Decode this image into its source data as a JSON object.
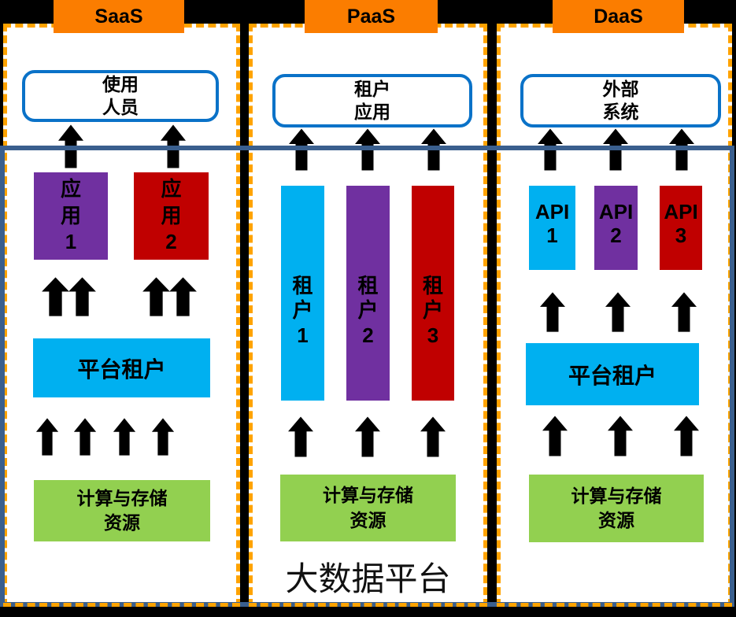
{
  "platform": {
    "label": "大数据平台"
  },
  "colors": {
    "background": "#000000",
    "column_border_orange": "#FFA300",
    "tab_orange": "#FB7D00",
    "platform_border_blue": "#3A5F8E",
    "top_box_border_blue": "#0A72C8",
    "cyan": "#00B0F0",
    "purple": "#7030A0",
    "red": "#C00000",
    "green": "#92D050",
    "arrow_fill": "#D9D9D9"
  },
  "columns": [
    {
      "tab_label": "SaaS",
      "top_box_label": "使用\n人员",
      "apps": [
        {
          "label": "应\n用\n1",
          "color": "#7030A0"
        },
        {
          "label": "应\n用\n2",
          "color": "#C00000"
        }
      ],
      "tenant_box_label": "平台租户",
      "tenant_box_color": "#00B0F0",
      "resource_box_label": "计算与存储\n资源",
      "resource_box_color": "#92D050"
    },
    {
      "tab_label": "PaaS",
      "top_box_label": "租户\n应用",
      "tenant_bars": [
        {
          "label": "租\n户\n1",
          "color": "#00B0F0"
        },
        {
          "label": "租\n户\n2",
          "color": "#7030A0"
        },
        {
          "label": "租\n户\n3",
          "color": "#C00000"
        }
      ],
      "resource_box_label": "计算与存储\n资源",
      "resource_box_color": "#92D050"
    },
    {
      "tab_label": "DaaS",
      "top_box_label": "外部\n系统",
      "api_boxes": [
        {
          "label": "API\n1",
          "color": "#00B0F0"
        },
        {
          "label": "API\n2",
          "color": "#7030A0"
        },
        {
          "label": "API\n3",
          "color": "#C00000"
        }
      ],
      "tenant_box_label": "平台租户",
      "tenant_box_color": "#00B0F0",
      "resource_box_label": "计算与存储\n资源",
      "resource_box_color": "#92D050"
    }
  ]
}
